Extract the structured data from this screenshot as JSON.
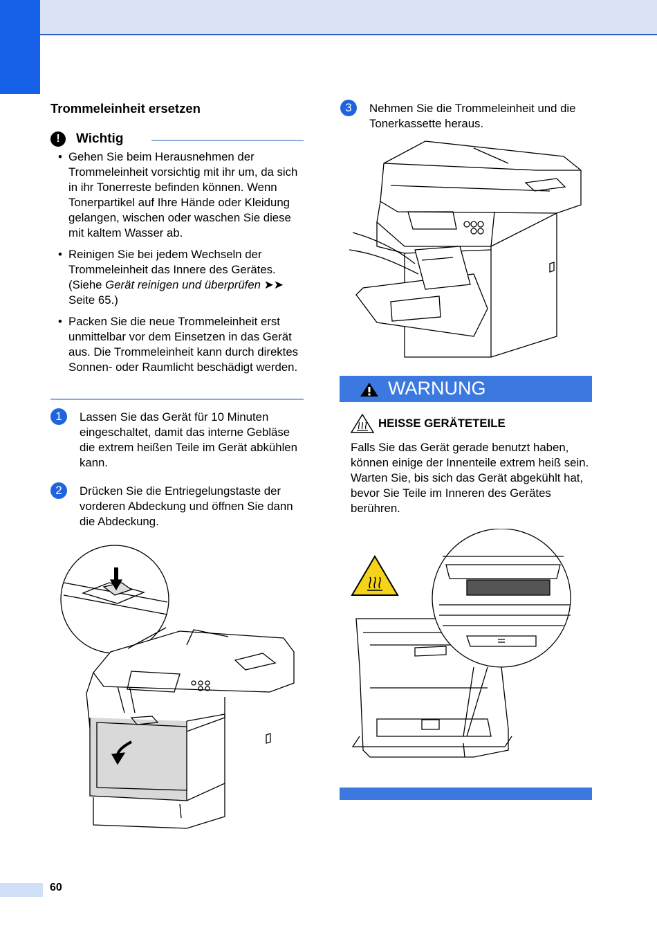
{
  "section_title": "Trommeleinheit ersetzen",
  "important": {
    "label": "Wichtig",
    "items": [
      {
        "text": "Gehen Sie beim Herausnehmen der Trommeleinheit vorsichtig mit ihr um, da sich in ihr Tonerreste befinden können. Wenn Tonerpartikel auf Ihre Hände oder Kleidung gelangen, wischen oder waschen Sie diese mit kaltem Wasser ab."
      },
      {
        "pre": "Reinigen Sie bei jedem Wechseln der Trommeleinheit das Innere des Gerätes. (Siehe ",
        "ref": "Gerät reinigen und überprüfen",
        "post": " ➤➤ Seite 65.)"
      },
      {
        "text": "Packen Sie die neue Trommeleinheit erst unmittelbar vor dem Einsetzen in das Gerät aus. Die Trommeleinheit kann durch direktes Sonnen- oder Raumlicht beschädigt werden."
      }
    ]
  },
  "steps": [
    {
      "number": "1",
      "text": "Lassen Sie das Gerät für 10 Minuten eingeschaltet, damit das interne Gebläse die extrem heißen Teile im Gerät abkühlen kann."
    },
    {
      "number": "2",
      "text": "Drücken Sie die Entriegelungstaste der vorderen Abdeckung und öffnen Sie dann die Abdeckung."
    },
    {
      "number": "3",
      "text": "Nehmen Sie die Trommeleinheit und die Tonerkassette heraus."
    }
  ],
  "warning": {
    "label": "WARNUNG",
    "hazard_title": "HEISSE GERÄTETEILE",
    "text": "Falls Sie das Gerät gerade benutzt haben, können einige der Innenteile extrem heiß sein. Warten Sie, bis sich das Gerät abgekühlt hat, bevor Sie Teile im Inneren des Gerätes berühren."
  },
  "colors": {
    "accent": "#1560e6",
    "band": "#dae3f6",
    "warning_bar": "#3b79e0",
    "hot_icon": "#f5d31a"
  },
  "page_number": "60"
}
